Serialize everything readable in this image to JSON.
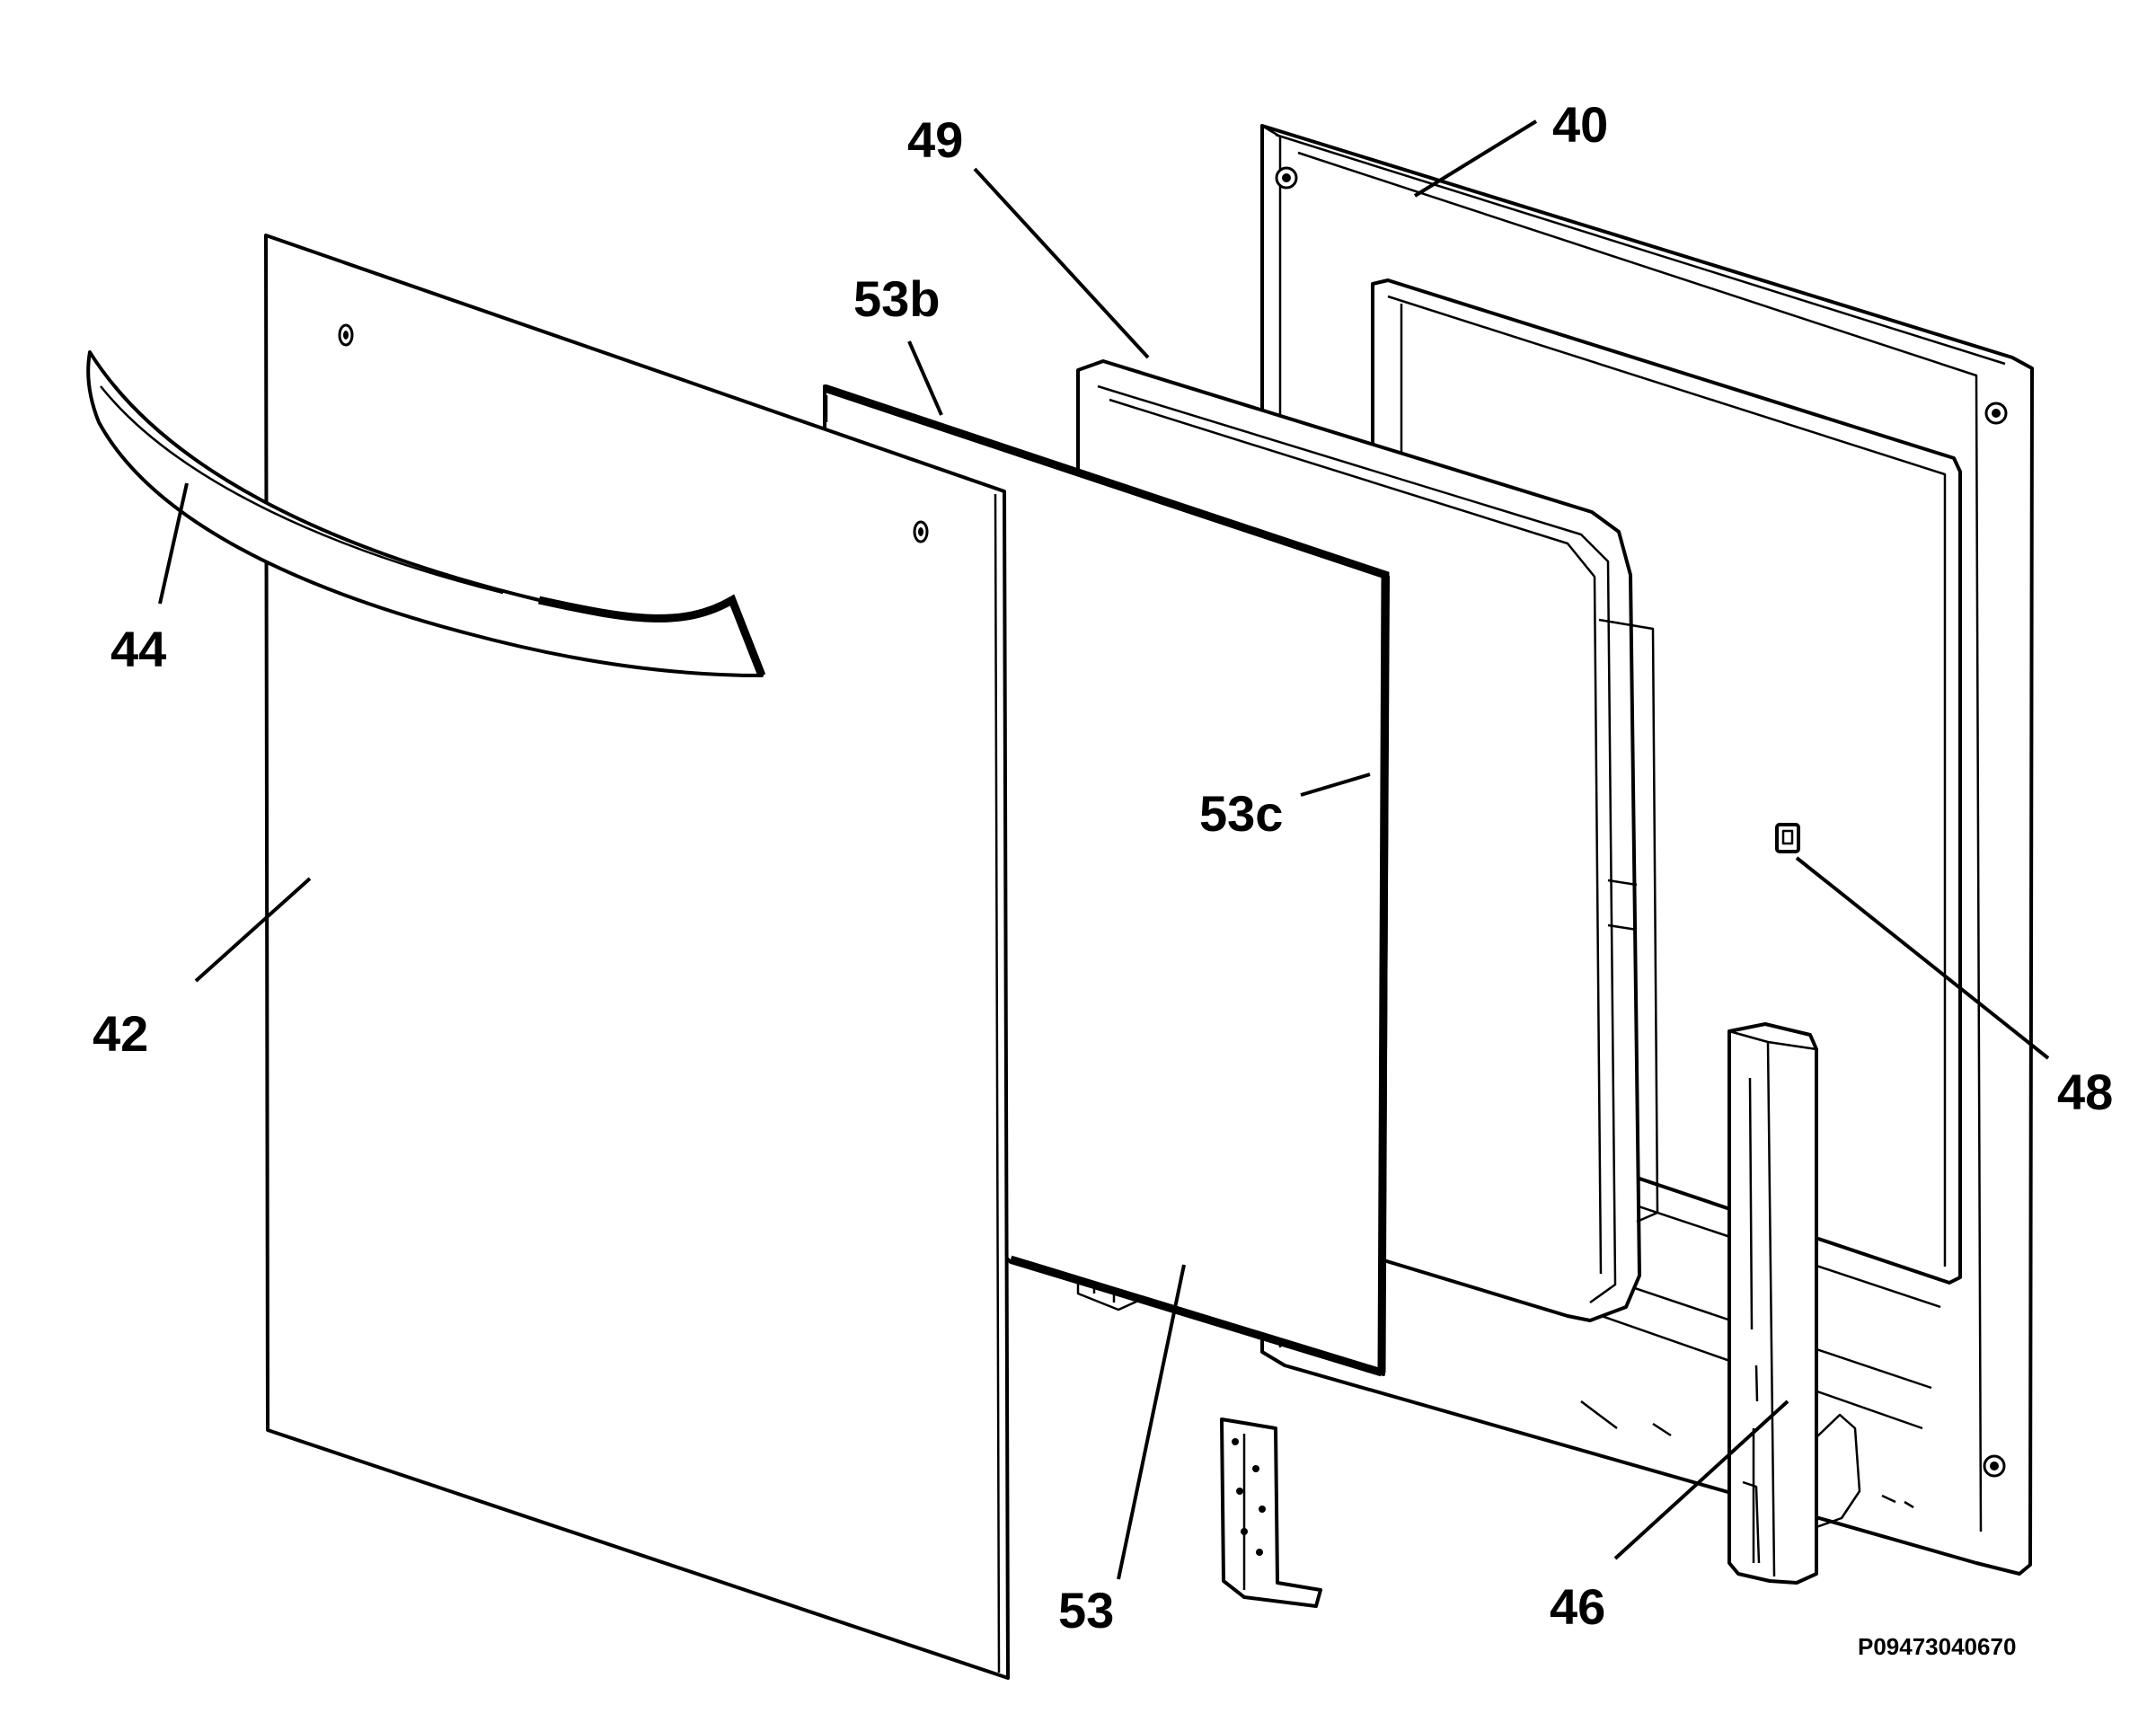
{
  "diagram": {
    "labels": {
      "p40": "40",
      "p42": "42",
      "p44": "44",
      "p46": "46",
      "p48": "48",
      "p49": "49",
      "p53": "53",
      "p53b": "53b",
      "p53c": "53c"
    },
    "reference_code": "P09473040670",
    "colors": {
      "line": "#000000",
      "background": "#ffffff"
    }
  }
}
